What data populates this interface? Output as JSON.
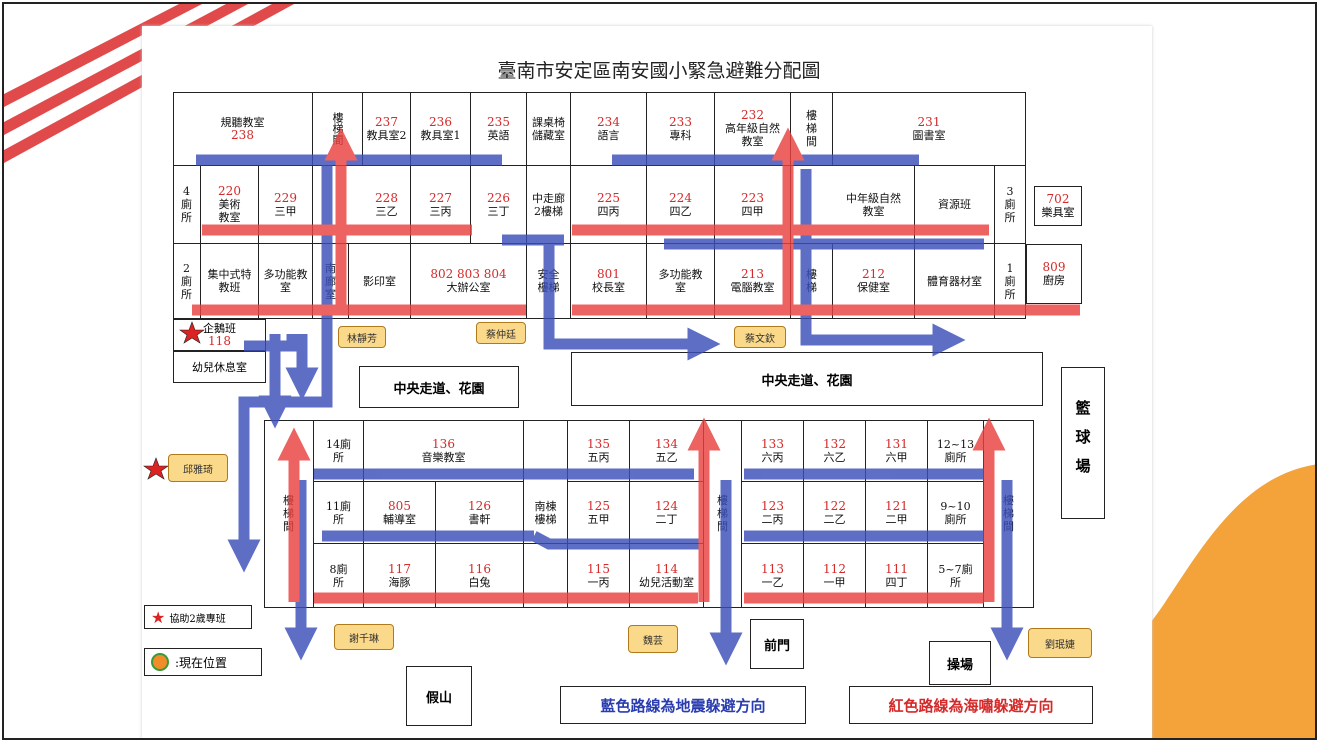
{
  "title": "臺南市安定區南安國小緊急避難分配圖",
  "upper_rows": {
    "row1": [
      {
        "num": "238",
        "name": "規聽教室"
      },
      {
        "num": "",
        "name": "樓梯間"
      },
      {
        "num": "237",
        "name": "教具室2"
      },
      {
        "num": "236",
        "name": "教具室1"
      },
      {
        "num": "235",
        "name": "英語"
      },
      {
        "num": "",
        "name": "課桌椅儲藏室"
      },
      {
        "num": "234",
        "name": "語言"
      },
      {
        "num": "233",
        "name": "專科"
      },
      {
        "num": "232",
        "name": "高年級自然教室"
      },
      {
        "num": "",
        "name": "樓梯間"
      },
      {
        "num": "231",
        "name": "圖書室"
      }
    ],
    "row2": [
      {
        "num": "",
        "name": "4廁所"
      },
      {
        "num": "220",
        "name": "美術教室"
      },
      {
        "num": "229",
        "name": "三甲"
      },
      {
        "num": "228",
        "name": "三乙"
      },
      {
        "num": "227",
        "name": "三丙"
      },
      {
        "num": "226",
        "name": "三丁"
      },
      {
        "num": "",
        "name": "中走廊2樓梯"
      },
      {
        "num": "225",
        "name": "四丙"
      },
      {
        "num": "224",
        "name": "四乙"
      },
      {
        "num": "223",
        "name": "四甲"
      },
      {
        "num": "",
        "name": "中年級自然教室"
      },
      {
        "num": "",
        "name": "資源班"
      },
      {
        "num": "",
        "name": "3廁所"
      },
      {
        "num": "702",
        "name": "樂具室"
      }
    ],
    "row3": [
      {
        "num": "",
        "name": "2廁所"
      },
      {
        "num": "",
        "name": "集中式特教班"
      },
      {
        "num": "",
        "name": "多功能教室"
      },
      {
        "num": "",
        "name": "南廊室"
      },
      {
        "num": "",
        "name": "影印室"
      },
      {
        "num": "802 803 804",
        "name": "大辦公室"
      },
      {
        "num": "",
        "name": "安全樓梯"
      },
      {
        "num": "801",
        "name": "校長室"
      },
      {
        "num": "",
        "name": "多功能教室"
      },
      {
        "num": "213",
        "name": "電腦教室"
      },
      {
        "num": "",
        "name": "樓梯"
      },
      {
        "num": "212",
        "name": "保健室"
      },
      {
        "num": "",
        "name": "體育器材室"
      },
      {
        "num": "",
        "name": "1廁所"
      },
      {
        "num": "809",
        "name": "廚房"
      }
    ],
    "small": {
      "num": "118",
      "name": "企鵝班",
      "rest": "幼兒休息室"
    }
  },
  "lower_rows": {
    "row1": [
      {
        "num": "",
        "name": "14廁所"
      },
      {
        "num": "136",
        "name": "音樂教室"
      },
      {
        "num": "135",
        "name": "五丙"
      },
      {
        "num": "134",
        "name": "五乙"
      },
      {
        "num": "133",
        "name": "六丙"
      },
      {
        "num": "132",
        "name": "六乙"
      },
      {
        "num": "131",
        "name": "六甲"
      },
      {
        "num": "",
        "name": "12~13廁所"
      }
    ],
    "row2": [
      {
        "num": "",
        "name": "11廁所"
      },
      {
        "num": "805",
        "name": "輔導室"
      },
      {
        "num": "126",
        "name": "書軒"
      },
      {
        "num": "",
        "name": "南棟樓梯"
      },
      {
        "num": "125",
        "name": "五甲"
      },
      {
        "num": "124",
        "name": "二丁"
      },
      {
        "num": "123",
        "name": "二丙"
      },
      {
        "num": "122",
        "name": "二乙"
      },
      {
        "num": "121",
        "name": "二甲"
      },
      {
        "num": "",
        "name": "9~10廁所"
      }
    ],
    "row3": [
      {
        "num": "",
        "name": "8廁所"
      },
      {
        "num": "117",
        "name": "海豚"
      },
      {
        "num": "116",
        "name": "白兔"
      },
      {
        "num": "115",
        "name": "一丙"
      },
      {
        "num": "114",
        "name": "幼兒活動室"
      },
      {
        "num": "113",
        "name": "一乙"
      },
      {
        "num": "112",
        "name": "一甲"
      },
      {
        "num": "111",
        "name": "四丁"
      },
      {
        "num": "",
        "name": "5~7廁所"
      }
    ],
    "stairs_left": "樓梯間",
    "stairs_mid": "樓梯間",
    "stairs_right": "樓梯間"
  },
  "labels": {
    "corridor_left": "中央走道、花園",
    "corridor_right": "中央走道、花園",
    "basketball": "籃球場",
    "front_gate": "前門",
    "playground": "操場",
    "rockery": "假山"
  },
  "name_tags": [
    "林靜芳",
    "蔡仲廷",
    "蔡文欽",
    "邱雅琦",
    "謝千琳",
    "魏芸",
    "劉珉婕"
  ],
  "legend": {
    "star": "協助2歲專班",
    "current": ":現在位置",
    "blue_route": "藍色路線為地震躲避方向",
    "red_route": "紅色路線為海嘯躲避方向"
  },
  "colors": {
    "blue_route": "#3b4fb8",
    "red_route": "#e8413f",
    "tag": "#fbd98a",
    "orange_deco": "#f4a23a"
  }
}
